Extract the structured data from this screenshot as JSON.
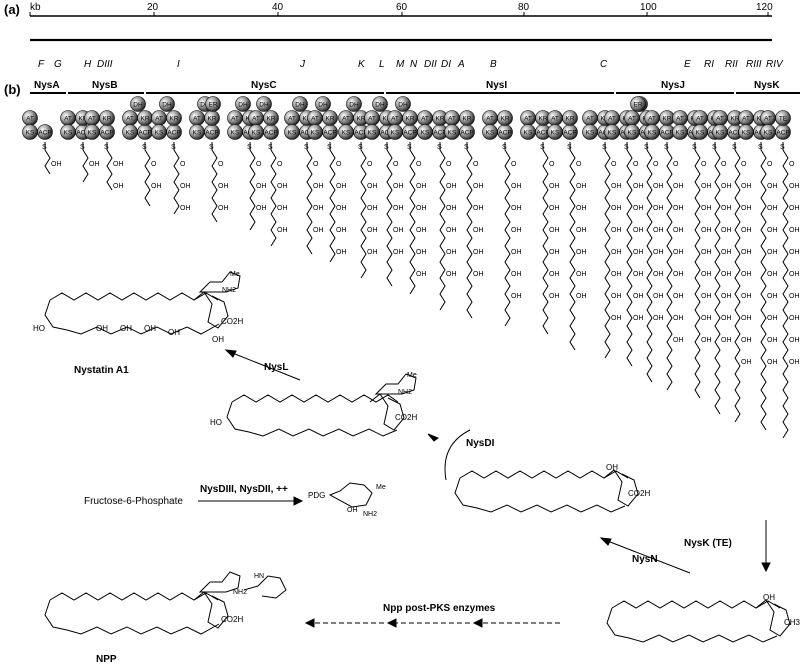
{
  "panel_a": {
    "label": "(a)",
    "kb_label": "kb",
    "ticks": [
      "20",
      "40",
      "60",
      "80",
      "100",
      "120"
    ],
    "genes": [
      "F",
      "G",
      "H",
      "DIII",
      "I",
      "J",
      "K",
      "L",
      "M",
      "N",
      "DII",
      "DI",
      "A",
      "B",
      "C",
      "E",
      "RI",
      "RII",
      "RIII",
      "RIV"
    ]
  },
  "panel_b": {
    "label": "(b)",
    "proteins": [
      "NysA",
      "NysB",
      "NysC",
      "NysI",
      "NysJ",
      "NysK"
    ],
    "domains": {
      "at": "AT",
      "ks": "KS",
      "acp": "ACP",
      "kr": "KR",
      "dh": "DH",
      "er": "ER",
      "te": "TE"
    },
    "chain_labels": {
      "oh": "OH",
      "o": "O",
      "s": "S"
    }
  },
  "structures": {
    "nystatin": {
      "name": "Nystatin A1",
      "oh": "OH",
      "co2h": "CO2H",
      "me": "Me",
      "nh2": "NH2",
      "ho": "HO"
    },
    "intermediate_glycosylated": {
      "co2h": "CO2H",
      "me": "Me",
      "nh2": "NH2"
    },
    "aglycone": {
      "co2h": "CO2H",
      "oh": "OH"
    },
    "pks_product": {
      "oh": "OH",
      "ch3": "CH3"
    },
    "npp": {
      "name": "NPP",
      "co2h": "CO2H",
      "nh2": "NH2",
      "hn": "HN"
    },
    "sugar": {
      "pdg": "PDG",
      "me": "Me",
      "nh2": "NH2",
      "oh": "OH"
    }
  },
  "arrows": {
    "nysl": "NysL",
    "nysdi": "NysDI",
    "nysn": "NysN",
    "nysk_te": "NysK (TE)",
    "npp_post_pks": "Npp post-PKS enzymes",
    "fructose": "Fructose-6-Phosphate",
    "nysdiii": "NysDIII, NysDII, ++"
  }
}
